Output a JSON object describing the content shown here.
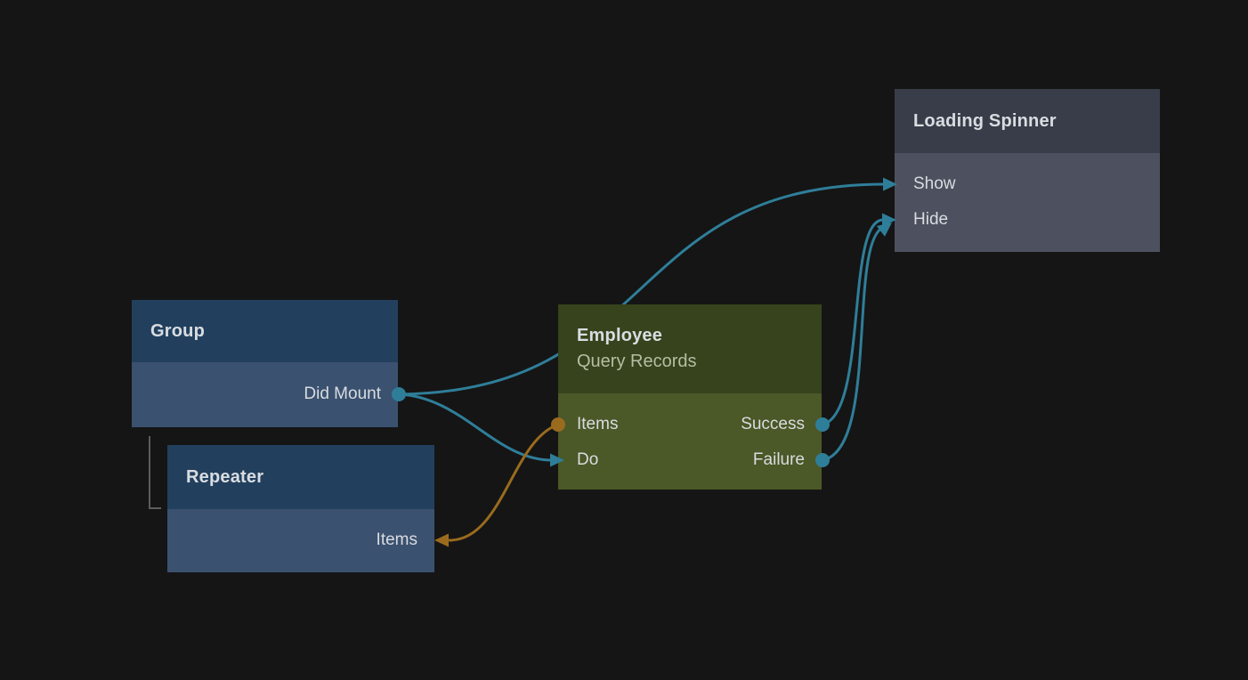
{
  "app": {
    "view": "visual-flow-canvas"
  },
  "colors": {
    "background": "#151515",
    "teal": "#2f7e99",
    "orange": "#9a6b1e",
    "hierarchy_line": "#5c5c5c",
    "blue_header": "#22405e",
    "blue_body": "#3b5170",
    "green_header": "#36431c",
    "green_body": "#4b5827",
    "gray_header": "#383d49",
    "gray_body": "#4d515f"
  },
  "nodes": [
    {
      "title": "Group",
      "ports": [
        {
          "label": "Did Mount",
          "side": "right",
          "connector": "dot"
        }
      ]
    },
    {
      "title": "Repeater",
      "ports": [
        {
          "label": "Items",
          "side": "right",
          "connector": "arrow-in"
        }
      ]
    },
    {
      "title": "Employee",
      "subtitle": "Query Records",
      "ports": [
        {
          "label": "Items",
          "side": "left",
          "connector": "dot"
        },
        {
          "label": "Do",
          "side": "left",
          "connector": "arrow-in"
        },
        {
          "label": "Success",
          "side": "right",
          "connector": "dot"
        },
        {
          "label": "Failure",
          "side": "right",
          "connector": "dot"
        }
      ]
    },
    {
      "title": "Loading Spinner",
      "ports": [
        {
          "label": "Show",
          "side": "left",
          "connector": "arrow-in"
        },
        {
          "label": "Hide",
          "side": "left",
          "connector": "arrow-in"
        }
      ]
    }
  ],
  "edges": [
    {
      "from": "Group.Did Mount",
      "to": "Loading Spinner.Show",
      "color": "#2f7e99"
    },
    {
      "from": "Group.Did Mount",
      "to": "Employee.Do",
      "color": "#2f7e99"
    },
    {
      "from": "Employee.Success",
      "to": "Loading Spinner.Hide",
      "color": "#2f7e99"
    },
    {
      "from": "Employee.Failure",
      "to": "Loading Spinner.Hide",
      "color": "#2f7e99"
    },
    {
      "from": "Employee.Items",
      "to": "Repeater.Items",
      "color": "#9a6b1e"
    }
  ],
  "hierarchy": [
    {
      "parent": "Group",
      "child": "Repeater"
    }
  ]
}
